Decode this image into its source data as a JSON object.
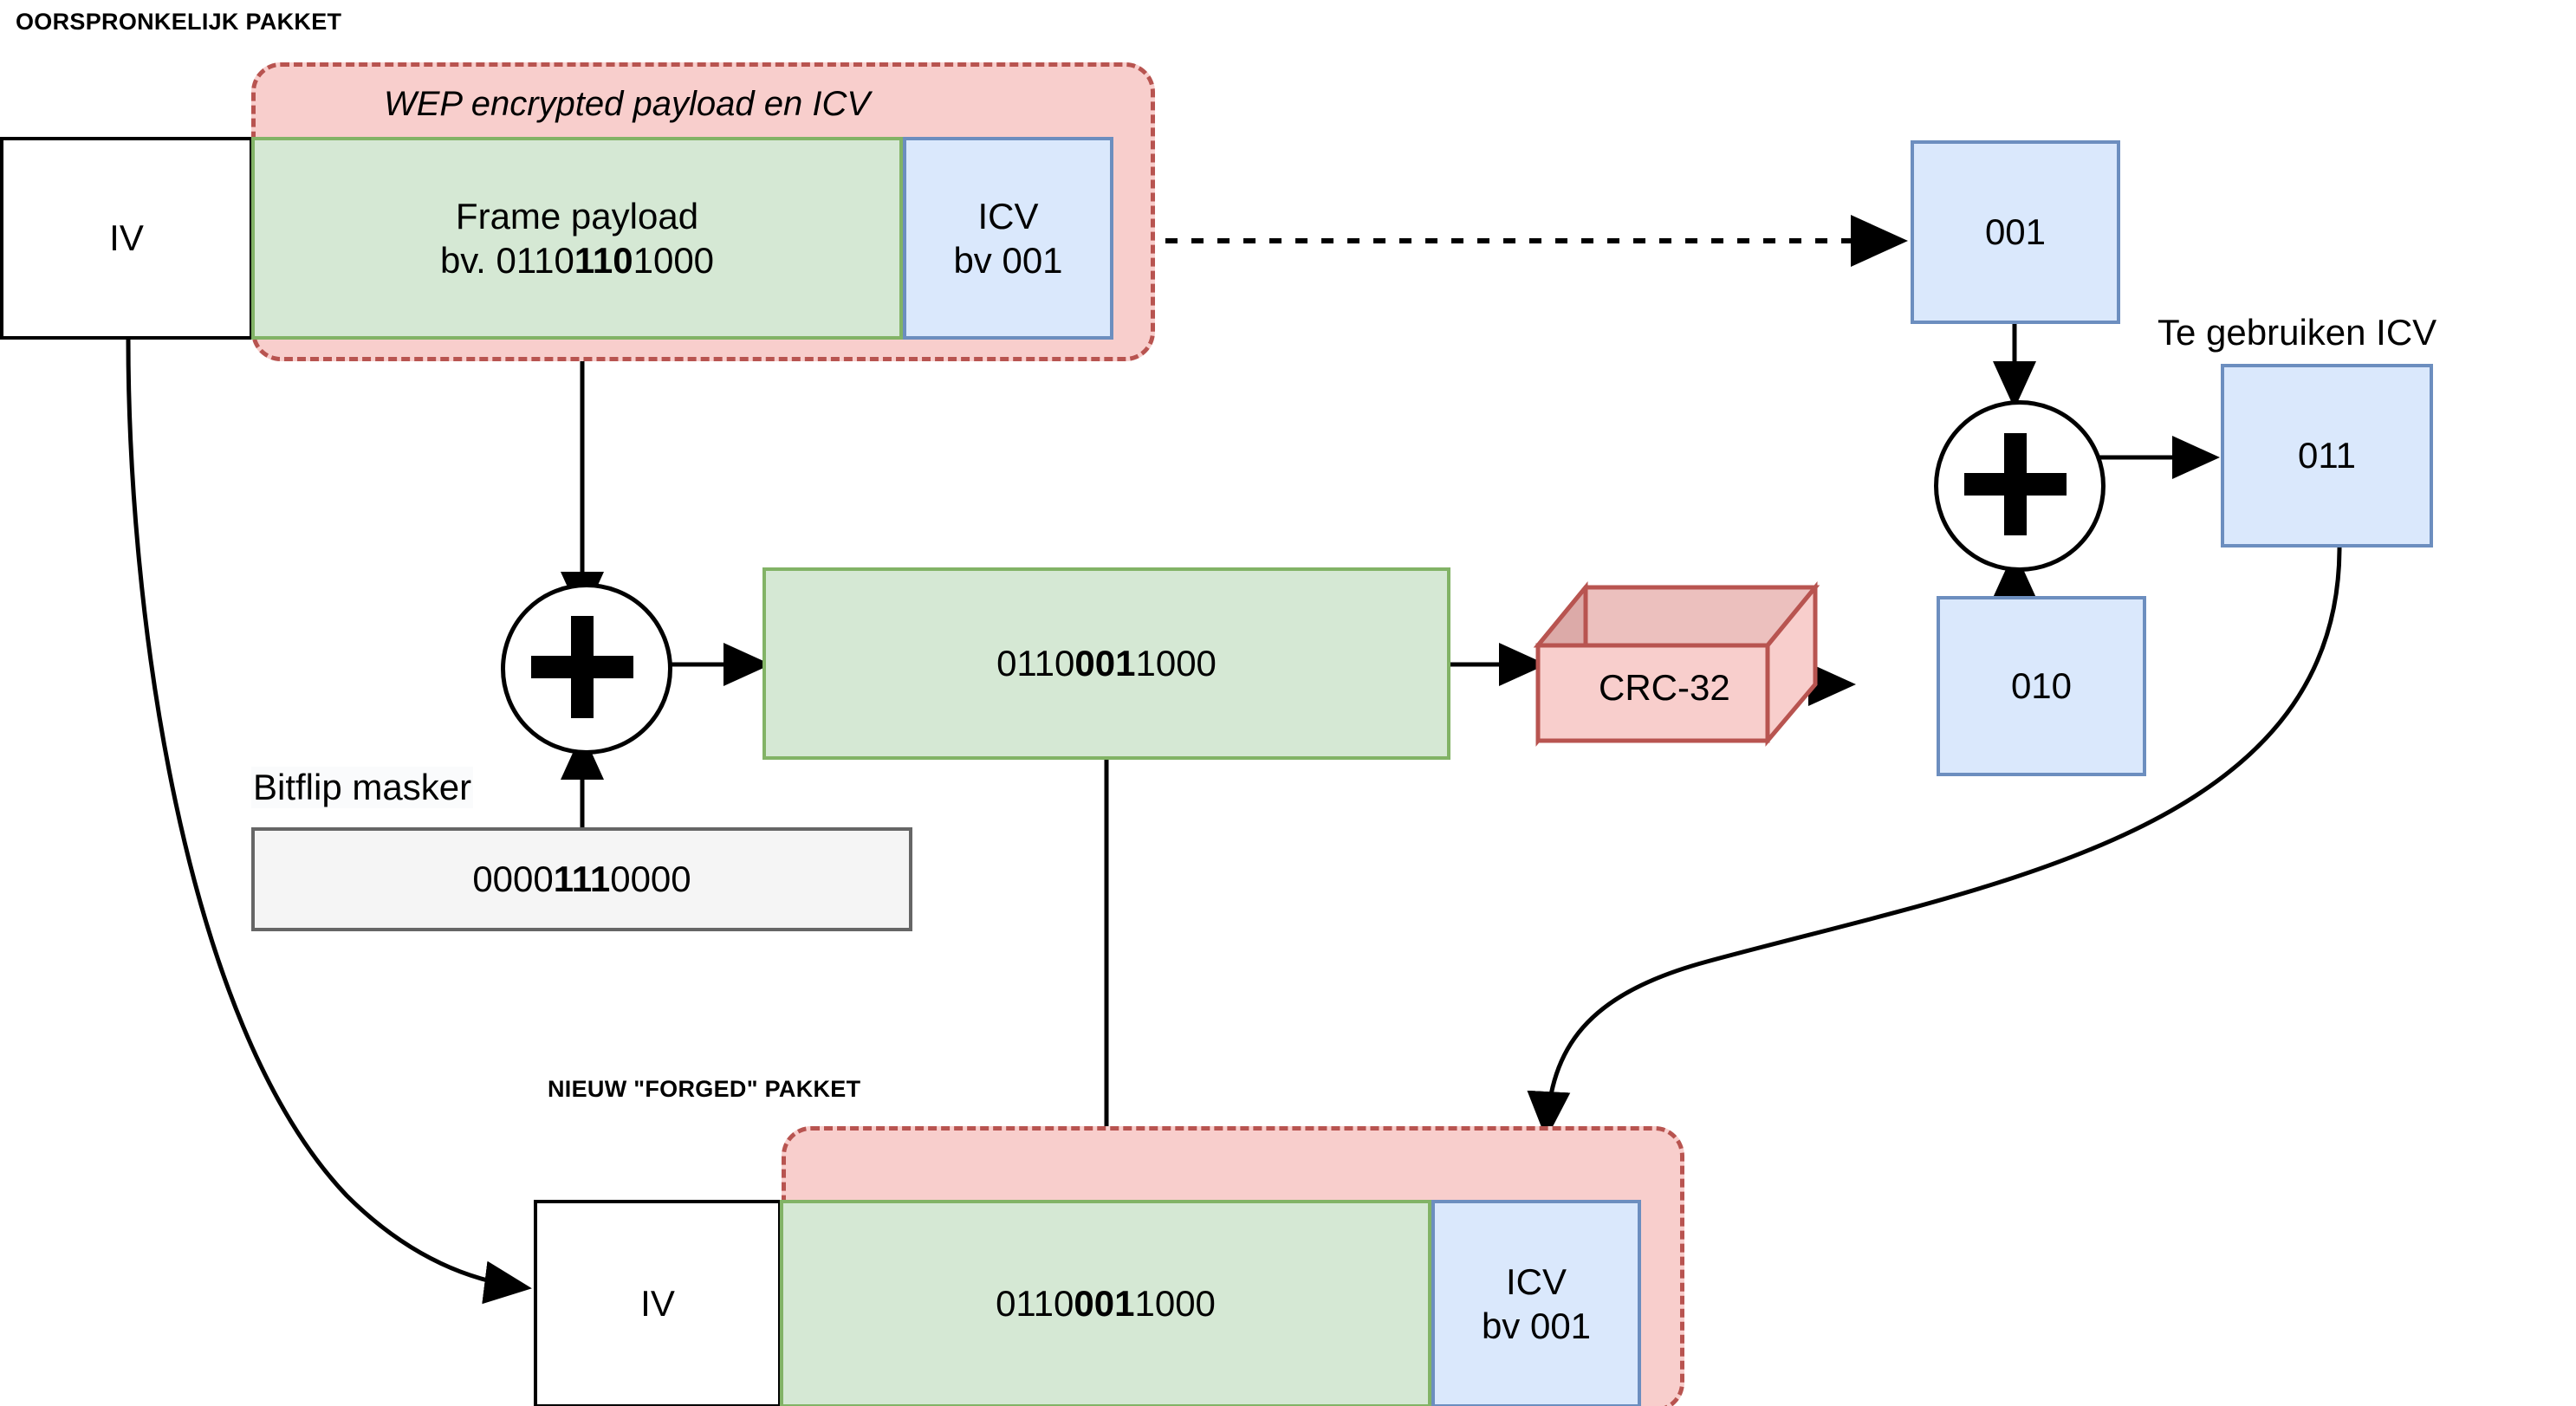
{
  "diagram": {
    "title_original_packet": "OORSPRONKELIJK PAKKET",
    "title_forged_packet": "NIEUW  \"FORGED\" PAKKET",
    "wep_caption": "WEP encrypted payload en ICV",
    "te_gebruiken_icv_label": "Te gebruiken ICV",
    "bitflip_label": "Bitflip masker"
  },
  "original_packet": {
    "iv_label": "IV",
    "payload_title": "Frame payload",
    "payload_prefix": "bv. 0110",
    "payload_bold": "110",
    "payload_suffix": "1000",
    "icv_title": "ICV",
    "icv_value": "bv 001"
  },
  "middle": {
    "xor_symbol": "+",
    "flipped_prefix": "0110",
    "flipped_bold": "001",
    "flipped_suffix": "1000",
    "mask_prefix": "0000",
    "mask_bold": "111",
    "mask_suffix": "0000",
    "crc_label": "CRC-32"
  },
  "icv_math": {
    "original_icv": "001",
    "crc_of_flipped": "010",
    "xor_symbol": "+",
    "result_icv": "011"
  },
  "forged_packet": {
    "iv_label": "IV",
    "payload_prefix": "0110",
    "payload_bold": "001",
    "payload_suffix": "1000",
    "icv_title": "ICV",
    "icv_value": "bv 001"
  },
  "colors": {
    "green_fill": "#d5e8d4",
    "green_stroke": "#82b366",
    "blue_fill": "#dae8fc",
    "blue_stroke": "#6c8ebf",
    "red_fill": "#f8cecc",
    "red_stroke": "#b85450",
    "grey_fill": "#f5f5f5",
    "grey_stroke": "#666666",
    "line": "#000000"
  }
}
